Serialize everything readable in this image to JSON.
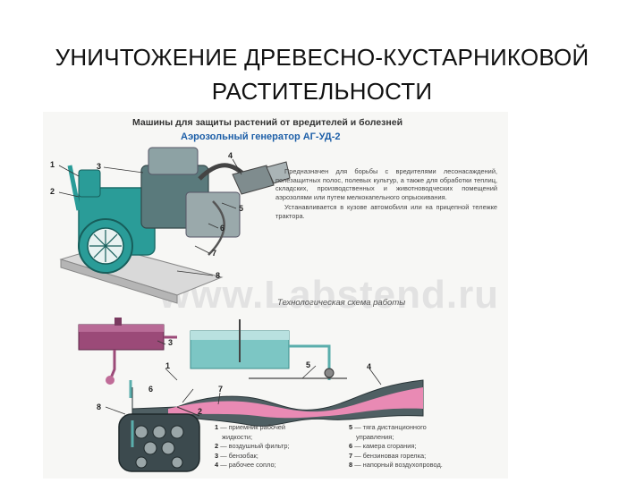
{
  "slide": {
    "title_line1": "УНИЧТОЖЕНИЕ ДРЕВЕСНО-КУСТАРНИКОВОЙ",
    "title_line2": "РАСТИТЕЛЬНОСТИ"
  },
  "poster": {
    "heading": "Машины для защиты растений от вредителей и болезней",
    "subheading": "Аэрозольный генератор АГ-УД-2",
    "description_p1": "Предназначен для борьбы с вредителями лесонасаждений, полезащитных полос, полевых культур, а также для обработки теплиц, складских, производственных и животноводческих помещений аэрозолями или путем мелкокапельного опрыскивания.",
    "description_p2": "Устанавливается в кузове автомобиля или на прицепной тележке трактора.",
    "scheme_title": "Технологическая схема работы",
    "watermark": "www.Labstend.ru",
    "callouts_machine": [
      "1",
      "2",
      "3",
      "4",
      "5",
      "6",
      "7",
      "8"
    ],
    "callouts_scheme": [
      "1",
      "2",
      "3",
      "4",
      "5",
      "6",
      "7",
      "8"
    ],
    "legend_left": [
      {
        "num": "1",
        "text": "— приемник рабочей"
      },
      {
        "num": "",
        "text": "жидкости;"
      },
      {
        "num": "2",
        "text": "— воздушный фильтр;"
      },
      {
        "num": "3",
        "text": "— бензобак;"
      },
      {
        "num": "4",
        "text": "— рабочее сопло;"
      }
    ],
    "legend_right": [
      {
        "num": "5",
        "text": "— тяга дистанционного"
      },
      {
        "num": "",
        "text": "управления;"
      },
      {
        "num": "6",
        "text": "— камера сгорания;"
      },
      {
        "num": "7",
        "text": "— бензиновая горелка;"
      },
      {
        "num": "8",
        "text": "— напорный воздухопровод."
      }
    ]
  },
  "colors": {
    "machine_teal": "#2a9c98",
    "tank_magenta": "#9b4a78",
    "tank_cyan": "#7cc6c4",
    "flame_pink": "#e98ab4",
    "heading_blue": "#1d5fa8"
  }
}
